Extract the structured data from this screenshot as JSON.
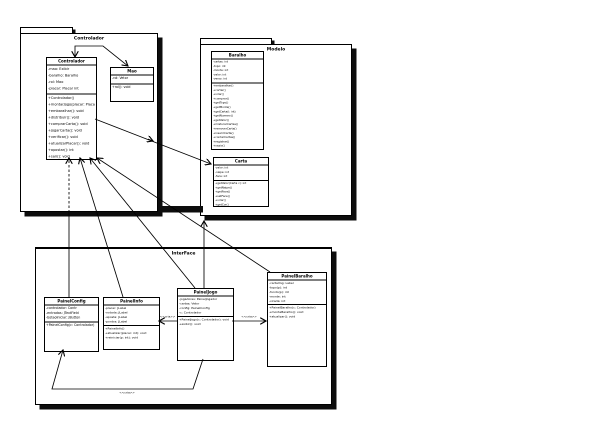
{
  "packages": {
    "controlador": {
      "label": "Controlador"
    },
    "modelo": {
      "label": "Modelo"
    },
    "interface": {
      "label": "InterFace"
    }
  },
  "classes": {
    "controlador": {
      "title": "Controlador",
      "attributes": [
        "-mao: Exibir",
        "-baralho: Baralho",
        "-rol: Mao",
        "-placar: Placar int"
      ],
      "methods": [
        "+Controlador()",
        "+montarJogo(placar: Placar int): void",
        "+embaralhar(): void",
        "+distribuir(): void",
        "+comprarCarta(): void",
        "+jogarCarta(): void",
        "+verificar(): void",
        "+atualizarPlacar(): void",
        "+apostar(): int",
        "+sair(): void"
      ]
    },
    "mao": {
      "title": "Mao",
      "attributes": [
        "-rol: Vetor"
      ],
      "methods": [
        "+rol(): void"
      ]
    },
    "baralho": {
      "title": "Baralho",
      "attributes": [
        "-cartas: int",
        "-topo: int",
        "-monte: int",
        "-valor: int",
        "-verso: int"
      ],
      "methods": [
        "+embaralhar()",
        "+cortar()",
        "+virar()",
        "+comprar()",
        "+getTopo()",
        "+getMonte()",
        "+getCarta(i: int)",
        "+getNumero()",
        "+getValor()",
        "+misturarCartas()",
        "+removerCarta()",
        "+inserirCarta()",
        "+contarCartas()",
        "+registrar()",
        "+vazio()"
      ]
    },
    "carta": {
      "title": "Carta",
      "attributes": [
        "-valor: int",
        "-naipe: int",
        "-face: int"
      ],
      "methods": [
        "+getValor(Carta c): int",
        "+getNaipe()",
        "+getFace()",
        "+setFace()",
        "+virar()",
        "+getCor()",
        "+getImagem()"
      ]
    },
    "painelconfig": {
      "title": "PainelConfig",
      "attributes": [
        "-controlador: Contr",
        "-entradas: JTextField",
        "-botaoIniciar: JButton"
      ],
      "methods": [
        "+PainelConfig(c: Controlador)"
      ]
    },
    "painelinfo": {
      "title": "PainelInfo",
      "attributes": [
        "-placar: JLabel",
        "-rodada: JLabel",
        "-aposta: JLabel",
        "-pontos: JLabel"
      ],
      "methods": [
        "+PainelInfo()",
        "+atualizar(placar: int): void",
        "+reiniciar(p: int): void"
      ]
    },
    "paineljogo": {
      "title": "PainelJogo",
      "attributes": [
        "-jogadores: PainelJogador",
        "-cartas: Vetor",
        "-config: PainelConfig",
        "-c: Controlador"
      ],
      "methods": [
        "+PainelJogo(c: Controlador): void",
        "+exibir(): void"
      ]
    },
    "painelbaralho": {
      "title": "PainelBaralho",
      "attributes": [
        "-cartaImg: Label",
        "-topo(p): int",
        "-fundo(p): int",
        "-monte: int",
        "-virada: int"
      ],
      "methods": [
        "+PainelBaralho(c: Controlador)",
        "+monteBaralho(): void",
        "+atualizar(): void"
      ]
    }
  },
  "connector_labels": {
    "cria_info": "<<cria>>",
    "cria_baralho": "<<cria>>",
    "cria_config": "<<cria>>"
  },
  "colors": {
    "line": "#000000",
    "shadow": "#0d0d0d",
    "background": "#ffffff"
  }
}
